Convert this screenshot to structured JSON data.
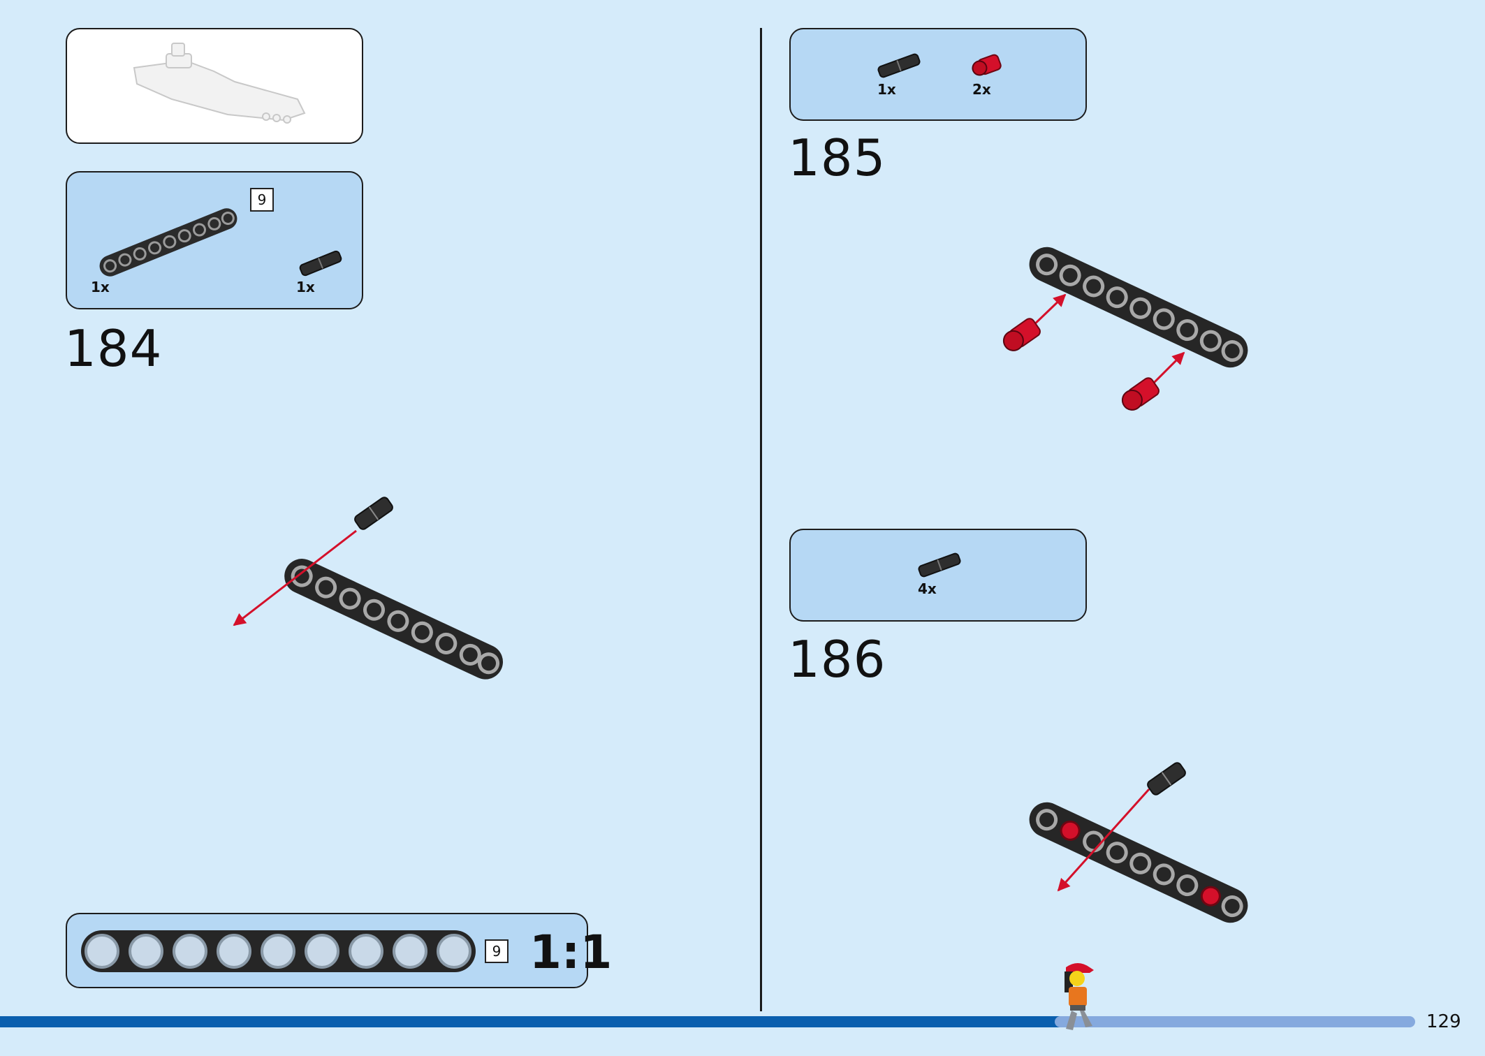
{
  "left_page": {
    "preview_panel": {
      "image": "submodel-gray-preview"
    },
    "step_184": {
      "parts": [
        {
          "name": "black-9-hole-beam",
          "qty": "1x",
          "ref_length": "9"
        },
        {
          "name": "black-friction-pin",
          "qty": "1x"
        }
      ],
      "number": "184"
    },
    "scale_panel": {
      "ref_length": "9",
      "label": "1:1"
    }
  },
  "right_page": {
    "step_185": {
      "parts": [
        {
          "name": "black-friction-pin",
          "qty": "1x"
        },
        {
          "name": "red-axle-connector",
          "qty": "2x"
        }
      ],
      "number": "185"
    },
    "step_186": {
      "parts": [
        {
          "name": "black-friction-pin",
          "qty": "4x"
        }
      ],
      "number": "186"
    }
  },
  "footer": {
    "page_number": "129"
  },
  "colors": {
    "background": "#d5ebfa",
    "panel": "#b6d8f4",
    "arrow": "#d4102a",
    "progress_dark": "#0a5fae",
    "progress_light": "#85a9de"
  }
}
